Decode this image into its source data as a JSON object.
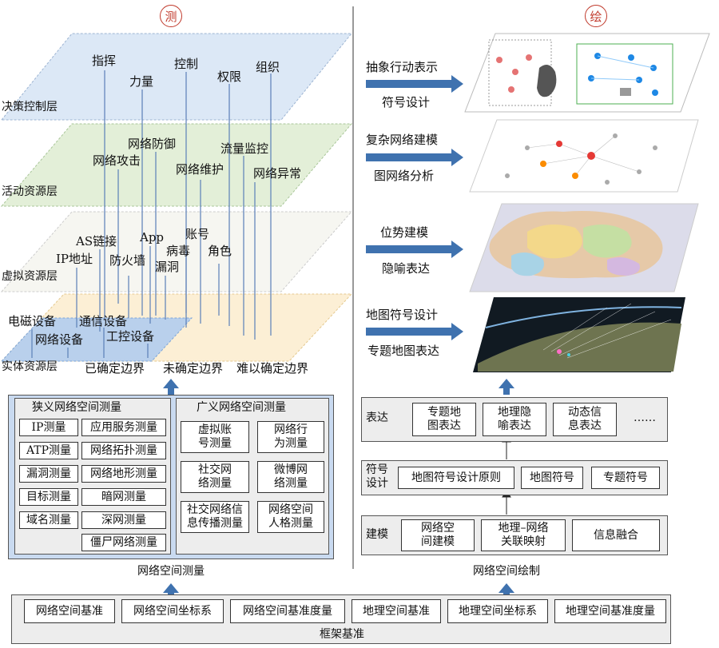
{
  "left_header": "测",
  "right_header": "绘",
  "layers": [
    {
      "name": "决策控制层",
      "terms": [
        "指挥",
        "力量",
        "控制",
        "权限",
        "组织"
      ]
    },
    {
      "name": "活动资源层",
      "terms": [
        "网络防御",
        "网络攻击",
        "网络维护",
        "流量监控",
        "网络异常"
      ]
    },
    {
      "name": "虚拟资源层",
      "terms": [
        "AS链接",
        "App",
        "账号",
        "IP地址",
        "防火墙",
        "病毒",
        "漏洞",
        "角色"
      ]
    },
    {
      "name": "实体资源层",
      "terms": [
        "电磁设备",
        "通信设备",
        "网络设备",
        "工控设备"
      ]
    }
  ],
  "boundaries": [
    "已确定边界",
    "未确定边界",
    "难以确定边界"
  ],
  "narrow_measurement": {
    "title": "狭义网络空间测量",
    "items_left": [
      "IP测量",
      "ATP测量",
      "漏洞测量",
      "目标测量",
      "域名测量"
    ],
    "items_right": [
      "应用服务测量",
      "网络拓扑测量",
      "网络地形测量",
      "暗网测量",
      "深网测量",
      "僵尸网络测量"
    ]
  },
  "broad_measurement": {
    "title": "广义网络空间测量",
    "items": [
      "虚拟账\n号测量",
      "网络行\n为测量",
      "社交网\n络测量",
      "微博网\n络测量",
      "社交网络信\n息传播测量",
      "网络空间\n人格测量"
    ]
  },
  "measurement_label": "网络空间测量",
  "drawing_label": "网络空间绘制",
  "frame": {
    "title": "框架基准",
    "items": [
      "网络空间基准",
      "网络空间坐标系",
      "网络空间基准度量",
      "地理空间基准",
      "地理空间坐标系",
      "地理空间基准度量"
    ]
  },
  "expression": {
    "label": "表达",
    "items": [
      "专题地\n图表达",
      "地理隐\n喻表达",
      "动态信\n息表达"
    ],
    "more": "……"
  },
  "symbol_design": {
    "label": "符号\n设计",
    "items": [
      "地图符号设计原则",
      "地图符号",
      "专题符号"
    ]
  },
  "modeling": {
    "label": "建模",
    "items": [
      "网络空\n间建模",
      "地理–网络\n关联映射",
      "信息融合"
    ]
  },
  "right_steps": [
    {
      "top": "抽象行动表示",
      "bottom": "符号设计"
    },
    {
      "top": "复杂网络建模",
      "bottom": "图网络分析"
    },
    {
      "top": "位势建模",
      "bottom": "隐喻表达"
    },
    {
      "top": "地图符号设计",
      "bottom": "专题地图表达"
    }
  ],
  "colors": {
    "layer_decision": "#dce8f6",
    "layer_activity": "#e3efd8",
    "layer_virtual": "#f6f6f1",
    "layer_physical": "#fcefd5",
    "layer_physical_blue": "#b9d0ec",
    "panel_blue": "#c9daf0",
    "panel_gray": "#ededed",
    "arrow_blue": "#3f72af",
    "header_red": "#c0392b"
  }
}
